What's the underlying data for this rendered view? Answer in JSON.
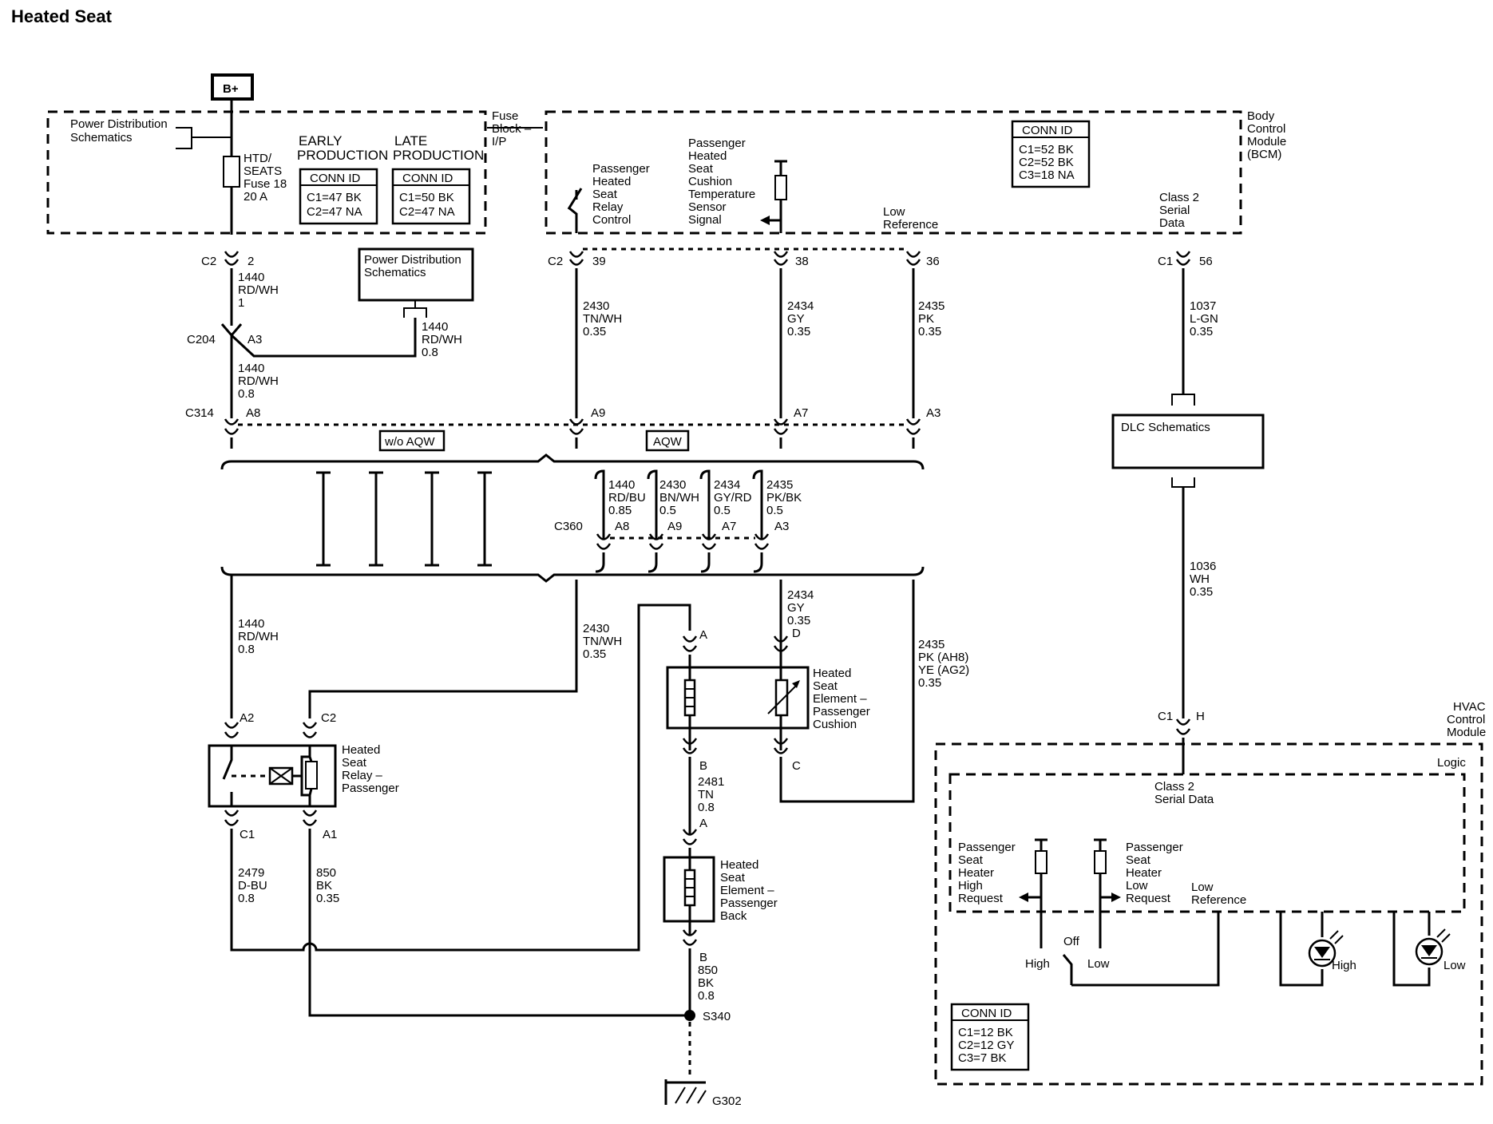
{
  "title": "Heated Seat",
  "battery": "B+",
  "fuse_block": {
    "label": [
      "Fuse",
      "Block –",
      "I/P"
    ],
    "power_dist": [
      "Power Distribution",
      "Schematics"
    ],
    "fuse": [
      "HTD/",
      "SEATS",
      "Fuse 18",
      "20 A"
    ],
    "early": [
      "EARLY",
      "PRODUCTION"
    ],
    "late": [
      "LATE",
      "PRODUCTION"
    ],
    "conn_title": "CONN ID",
    "early_ids": [
      "C1=47 BK",
      "C2=47 NA"
    ],
    "late_ids": [
      "C1=50 BK",
      "C2=47 NA"
    ]
  },
  "bcm": {
    "label": [
      "Body",
      "Control",
      "Module",
      "(BCM)"
    ],
    "conn_title": "CONN ID",
    "conn_ids": [
      "C1=52 BK",
      "C2=52 BK",
      "C3=18 NA"
    ],
    "relay_ctrl": [
      "Passenger",
      "Heated",
      "Seat",
      "Relay",
      "Control"
    ],
    "temp_signal": [
      "Passenger",
      "Heated",
      "Seat",
      "Cushion",
      "Temperature",
      "Sensor",
      "Signal"
    ],
    "low_ref": [
      "Low",
      "Reference"
    ],
    "class2": [
      "Class 2",
      "Serial",
      "Data"
    ]
  },
  "connectors": {
    "c2_left": "C2",
    "c2_left_pin": "2",
    "c2_mid": "C2",
    "pin39": "39",
    "pin38": "38",
    "pin36": "36",
    "c1_bcm": "C1",
    "pin56": "56",
    "c204": "C204",
    "c204_pin": "A3",
    "c314": "C314",
    "c314_a8": "A8",
    "c314_a9": "A9",
    "c314_a7": "A7",
    "c314_a3": "A3",
    "c360": "C360",
    "c360_a8": "A8",
    "c360_a9": "A9",
    "c360_a7": "A7",
    "c360_a3": "A3",
    "hvac_c1": "C1",
    "hvac_h": "H",
    "relay_a2": "A2",
    "relay_c2": "C2",
    "relay_c1": "C1",
    "relay_a1": "A1",
    "cush_a": "A",
    "cush_b": "B",
    "cush_c": "C",
    "cush_d": "D",
    "back_a": "A",
    "back_b": "B"
  },
  "wires": {
    "w1440_top": [
      "1440",
      "RD/WH",
      "1"
    ],
    "w1440_branch": [
      "1440",
      "RD/WH",
      "0.8"
    ],
    "w1440_mid": [
      "1440",
      "RD/WH",
      "0.8"
    ],
    "w2430": [
      "2430",
      "TN/WH",
      "0.35"
    ],
    "w2434": [
      "2434",
      "GY",
      "0.35"
    ],
    "w2435": [
      "2435",
      "PK",
      "0.35"
    ],
    "w1037": [
      "1037",
      "L-GN",
      "0.35"
    ],
    "w1036": [
      "1036",
      "WH",
      "0.35"
    ],
    "c360_w1": [
      "1440",
      "RD/BU",
      "0.85"
    ],
    "c360_w2": [
      "2430",
      "BN/WH",
      "0.5"
    ],
    "c360_w3": [
      "2434",
      "GY/RD",
      "0.5"
    ],
    "c360_w4": [
      "2435",
      "PK/BK",
      "0.5"
    ],
    "w1440_low": [
      "1440",
      "RD/WH",
      "0.8"
    ],
    "w2430_low": [
      "2430",
      "TN/WH",
      "0.35"
    ],
    "w2434_low": [
      "2434",
      "GY",
      "0.35"
    ],
    "w2435_low": [
      "2435",
      "PK (AH8)",
      "YE (AG2)",
      "0.35"
    ],
    "w2479": [
      "2479",
      "D-BU",
      "0.8"
    ],
    "w850_relay": [
      "850",
      "BK",
      "0.35"
    ],
    "w2481": [
      "2481",
      "TN",
      "0.8"
    ],
    "w850_gnd": [
      "850",
      "BK",
      "0.8"
    ]
  },
  "options": {
    "wo_aqw": "w/o AQW",
    "aqw": "AQW"
  },
  "pds_box": [
    "Power Distribution",
    "Schematics"
  ],
  "dlc_box": "DLC Schematics",
  "relay_label": [
    "Heated",
    "Seat",
    "Relay –",
    "Passenger"
  ],
  "cushion_label": [
    "Heated",
    "Seat",
    "Element –",
    "Passenger",
    "Cushion"
  ],
  "back_label": [
    "Heated",
    "Seat",
    "Element –",
    "Passenger",
    "Back"
  ],
  "splice": "S340",
  "ground": "G302",
  "hvac": {
    "label": [
      "HVAC",
      "Control",
      "Module"
    ],
    "logic": "Logic",
    "class2": [
      "Class 2",
      "Serial Data"
    ],
    "high_req": [
      "Passenger",
      "Seat",
      "Heater",
      "High",
      "Request"
    ],
    "low_req": [
      "Passenger",
      "Seat",
      "Heater",
      "Low",
      "Request"
    ],
    "low_ref": [
      "Low",
      "Reference"
    ],
    "sw_high": "High",
    "sw_off": "Off",
    "sw_low": "Low",
    "led_high": "High",
    "led_low": "Low",
    "conn_title": "CONN ID",
    "conn_ids": [
      "C1=12 BK",
      "C2=12 GY",
      "C3=7 BK"
    ]
  }
}
